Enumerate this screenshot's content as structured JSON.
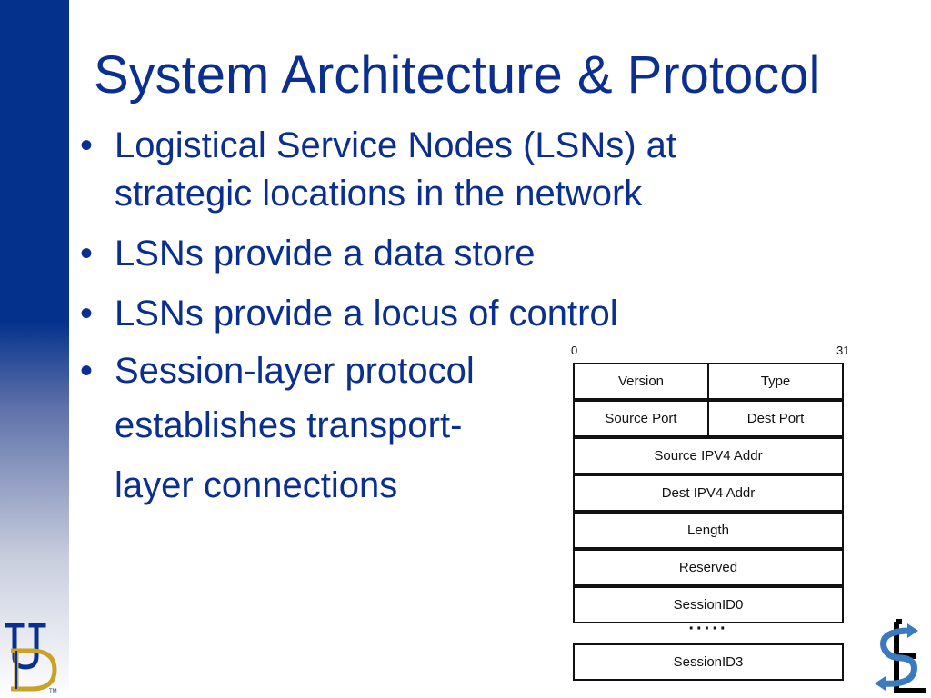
{
  "slide": {
    "title": "System Architecture & Protocol",
    "bullet_glyph": "•",
    "bullets": [
      {
        "lines": [
          "Logistical Service Nodes (LSNs) at strategic locations in the network"
        ]
      },
      {
        "lines": [
          "LSNs provide a data store"
        ]
      },
      {
        "lines": [
          "LSNs provide a locus of control"
        ]
      },
      {
        "lines": [
          "Session-layer protocol",
          "establishes transport-",
          "layer connections"
        ]
      }
    ]
  },
  "header_diagram": {
    "bit_start": "0",
    "bit_end": "31",
    "rows": [
      [
        "Version",
        "Type"
      ],
      [
        "Source Port",
        "Dest Port"
      ],
      [
        "Source IPV4 Addr"
      ],
      [
        "Dest IPV4 Addr"
      ],
      [
        "Length"
      ],
      [
        "Reserved"
      ],
      [
        "SessionID0"
      ]
    ],
    "ellipsis": "·····",
    "last_row": [
      "SessionID3"
    ]
  },
  "logos": {
    "left": {
      "icon": "ud-logo-icon",
      "text": "UD",
      "mark": "TM"
    },
    "right": {
      "icon": "se-logo-icon",
      "text": "SE"
    }
  },
  "colors": {
    "accent": "#0a2f8f",
    "sidebar": "#03318c",
    "lines": "#111111"
  }
}
